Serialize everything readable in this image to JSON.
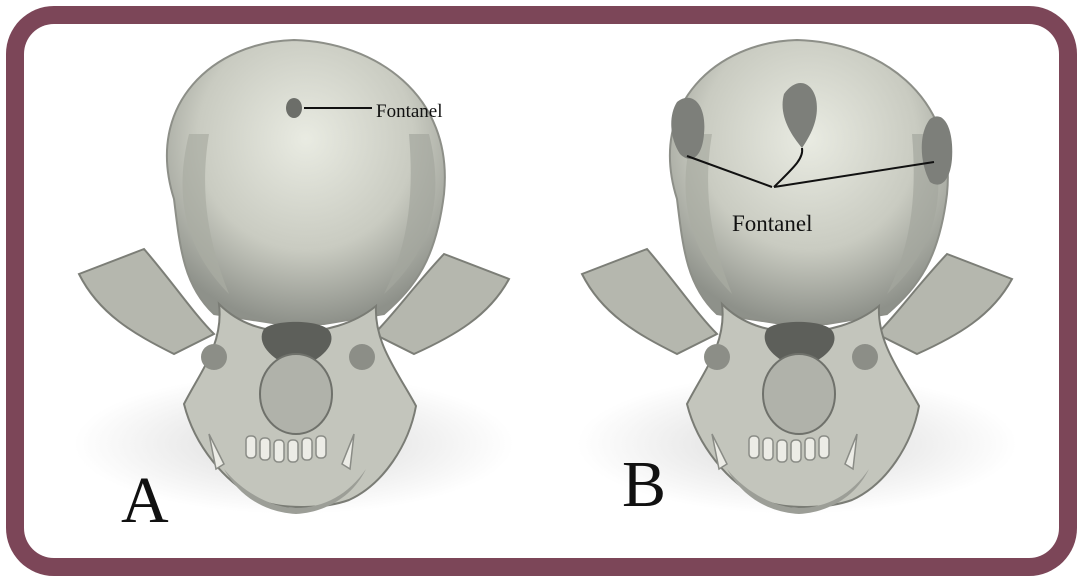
{
  "figure": {
    "panels": [
      {
        "label": "A",
        "callout": "Fontanel"
      },
      {
        "label": "B",
        "callout": "Fontanel"
      }
    ]
  }
}
